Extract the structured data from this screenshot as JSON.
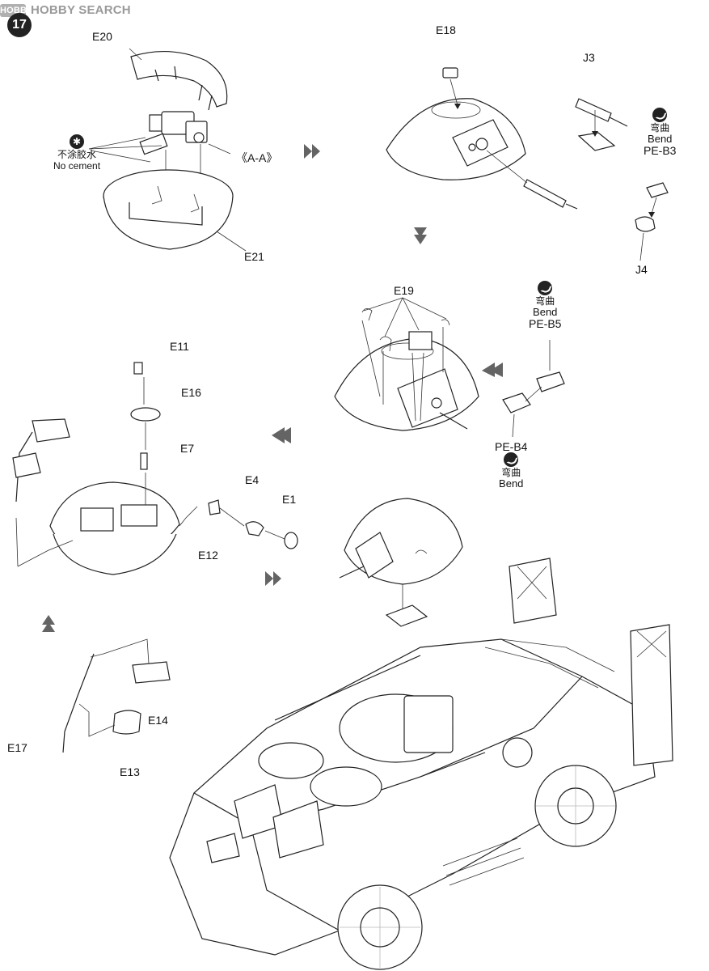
{
  "watermark": {
    "logo": "HOBBY",
    "text": "HOBBY SEARCH"
  },
  "step": {
    "number": "17"
  },
  "labels": {
    "E20": "E20",
    "E21": "E21",
    "AA": "《A-A》",
    "no_cement_cn": "不涂胶水",
    "no_cement_en": "No cement",
    "E18": "E18",
    "J3": "J3",
    "J4": "J4",
    "PE_B3": "PE-B3",
    "E19": "E19",
    "PE_B5": "PE-B5",
    "PE_B4": "PE-B4",
    "E11": "E11",
    "E16": "E16",
    "E7": "E7",
    "E4": "E4",
    "E1": "E1",
    "E12": "E12",
    "E14": "E14",
    "E13": "E13",
    "E17": "E17"
  },
  "bend": {
    "cn": "弯曲",
    "en": "Bend"
  },
  "icons": {
    "bend": "bend-icon",
    "no_cement": "no-cement-icon",
    "flow_arrow": "flow-arrow-icon"
  }
}
